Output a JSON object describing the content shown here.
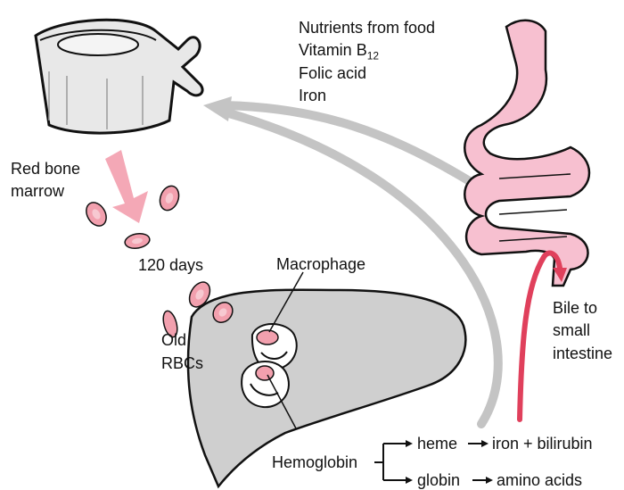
{
  "labels": {
    "nutrients_title": "Nutrients from food",
    "vitamin_text": "Vitamin B",
    "vitamin_subscript": "12",
    "folic_acid": "Folic acid",
    "iron": "Iron",
    "red_bone_line1": "Red bone",
    "red_bone_line2": "marrow",
    "days": "120 days",
    "macrophage": "Macrophage",
    "old_line1": "Old",
    "old_line2": "RBCs",
    "bile_line1": "Bile to",
    "bile_line2": "small",
    "bile_line3": "intestine",
    "hemoglobin": "Hemoglobin",
    "heme": "heme",
    "iron_bilirubin": "iron + bilirubin",
    "globin": "globin",
    "amino_acids": "amino acids"
  },
  "colors": {
    "rbc": "#f2a0ae",
    "rbc_center": "#f7c9d1",
    "organ_outline": "#111111",
    "liver": "#c9c9c9",
    "stomach": "#f7bfd0",
    "bone": "#e6e6e6",
    "arrow_gray": "#c4c4c4",
    "arrow_pink": "#f2a5b0",
    "bile_red": "#e0405c"
  },
  "icons": {
    "bone": "vertebra-icon",
    "gut": "stomach-intestine-icon",
    "liver": "liver-icon"
  }
}
